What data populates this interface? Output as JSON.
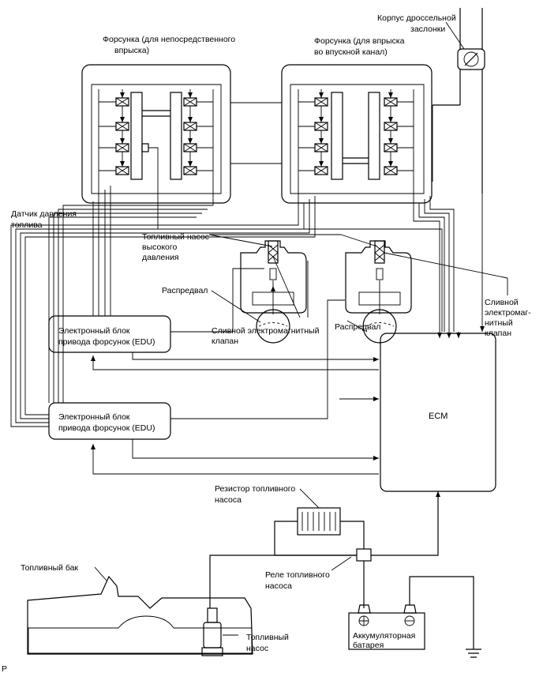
{
  "labels": {
    "throttle_body": [
      "Корпус дроссельной",
      "заслонки"
    ],
    "injector_direct": [
      "Форсунка (для непосредственного",
      "впрыска)"
    ],
    "injector_port": [
      "Форсунка (для впрыска",
      "во впускной канал)"
    ],
    "fuel_pressure_sensor": [
      "Датчик давления",
      "топлива"
    ],
    "high_pressure_pump": [
      "Топливный насос",
      "высокого",
      "давления"
    ],
    "camshaft_left": "Распредвал",
    "camshaft_right": "Распредвал",
    "spill_valve_right": [
      "Сливной",
      "электромаг-",
      "нитный",
      "клапан"
    ],
    "spill_valve_center": [
      "Сливной электромагнитный",
      "клапан"
    ],
    "edu_upper": [
      "Электронный блок",
      "привода форсунок (EDU)"
    ],
    "edu_lower": [
      "Электронный блок",
      "привода форсунок (EDU)"
    ],
    "ecm": "ECM",
    "fuel_pump_resistor": [
      "Резистор топливного",
      "насоса"
    ],
    "fuel_pump_relay": [
      "Реле топливного",
      "насоса"
    ],
    "fuel_tank": "Топливный бак",
    "fuel_pump": [
      "Топливный",
      "насос"
    ],
    "battery": [
      "Аккумуляторная",
      "батарея"
    ],
    "corner_mark": "P"
  }
}
